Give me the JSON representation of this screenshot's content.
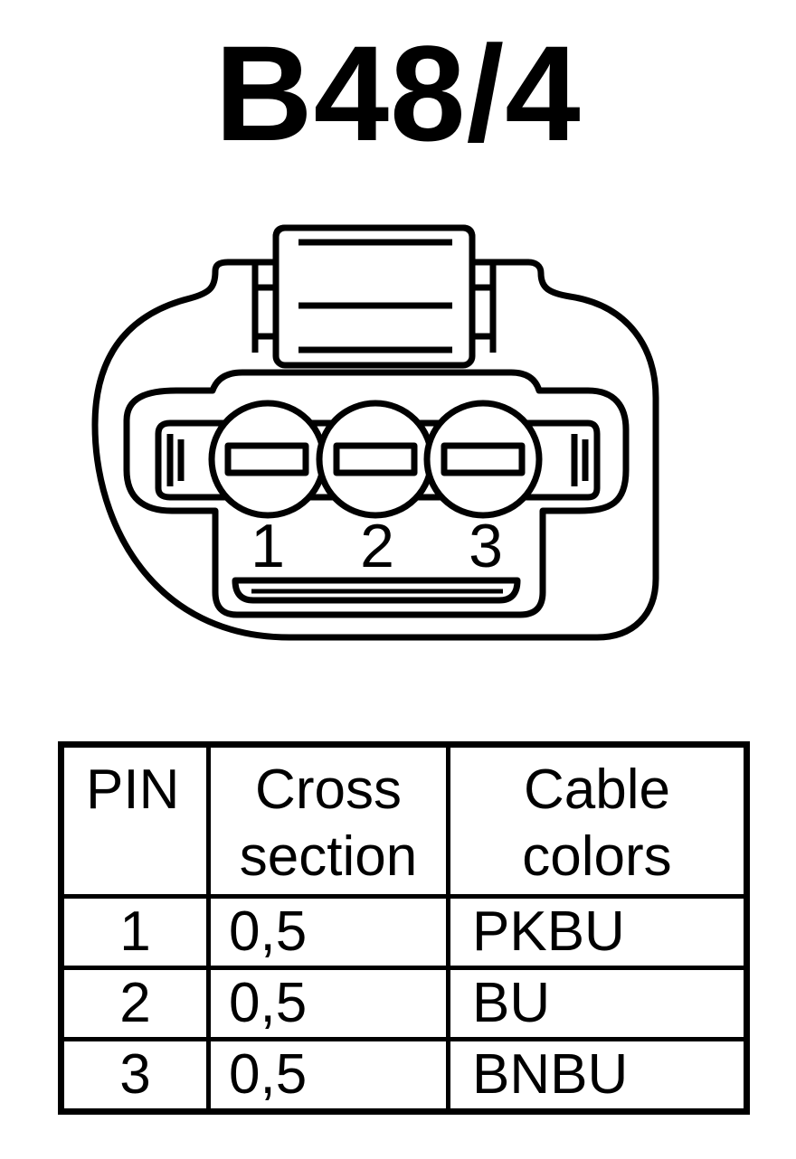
{
  "title": "B48/4",
  "connector": {
    "pin_labels": [
      "1",
      "2",
      "3"
    ]
  },
  "table": {
    "headers": {
      "pin": "PIN",
      "cross_section_line1": "Cross",
      "cross_section_line2": "section",
      "cable_colors_line1": "Cable",
      "cable_colors_line2": "colors"
    },
    "rows": [
      {
        "pin": "1",
        "cross_section": "0,5",
        "cable_color": "PKBU"
      },
      {
        "pin": "2",
        "cross_section": "0,5",
        "cable_color": "BU"
      },
      {
        "pin": "3",
        "cross_section": "0,5",
        "cable_color": "BNBU"
      }
    ]
  }
}
